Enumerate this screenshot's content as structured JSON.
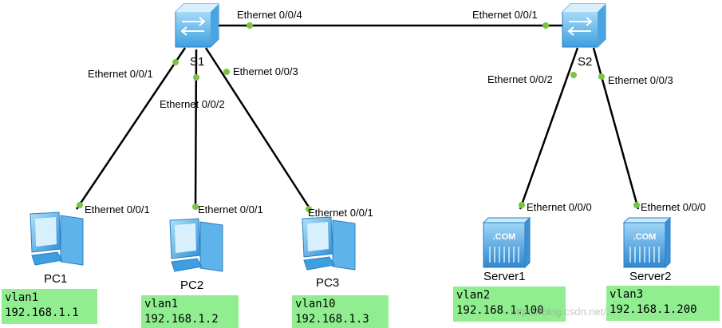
{
  "colors": {
    "link": "#000000",
    "port_dot": "#7dc242",
    "info_box": "#90ee90",
    "device_blue": "#3fa0e0"
  },
  "devices": {
    "s1": {
      "label": "S1",
      "icon": "switch-icon"
    },
    "s2": {
      "label": "S2",
      "icon": "switch-icon"
    },
    "pc1": {
      "label": "PC1",
      "icon": "pc-icon",
      "vlan": "vlan1",
      "ip": "192.168.1.1"
    },
    "pc2": {
      "label": "PC2",
      "icon": "pc-icon",
      "vlan": "vlan1",
      "ip": "192.168.1.2"
    },
    "pc3": {
      "label": "PC3",
      "icon": "pc-icon",
      "vlan": "vlan10",
      "ip": "192.168.1.3"
    },
    "server1": {
      "label": "Server1",
      "icon": "server-icon",
      "vlan": "vlan2",
      "ip": "192.168.1.100"
    },
    "server2": {
      "label": "Server2",
      "icon": "server-icon",
      "vlan": "vlan3",
      "ip": "192.168.1.200"
    }
  },
  "links": {
    "s1_s2": {
      "a_port": "Ethernet 0/0/4",
      "b_port": "Ethernet 0/0/1"
    },
    "s1_pc1": {
      "a_port": "Ethernet 0/0/1",
      "b_port": "Ethernet 0/0/1"
    },
    "s1_pc2": {
      "a_port": "Ethernet 0/0/2",
      "b_port": "Ethernet 0/0/1"
    },
    "s1_pc3": {
      "a_port": "Ethernet 0/0/3",
      "b_port": "Ethernet 0/0/1"
    },
    "s2_server1": {
      "a_port": "Ethernet 0/0/2",
      "b_port": "Ethernet 0/0/0"
    },
    "s2_server2": {
      "a_port": "Ethernet 0/0/3",
      "b_port": "Ethernet 0/0/0"
    }
  },
  "watermark": "https://blog.csdn.net/..."
}
